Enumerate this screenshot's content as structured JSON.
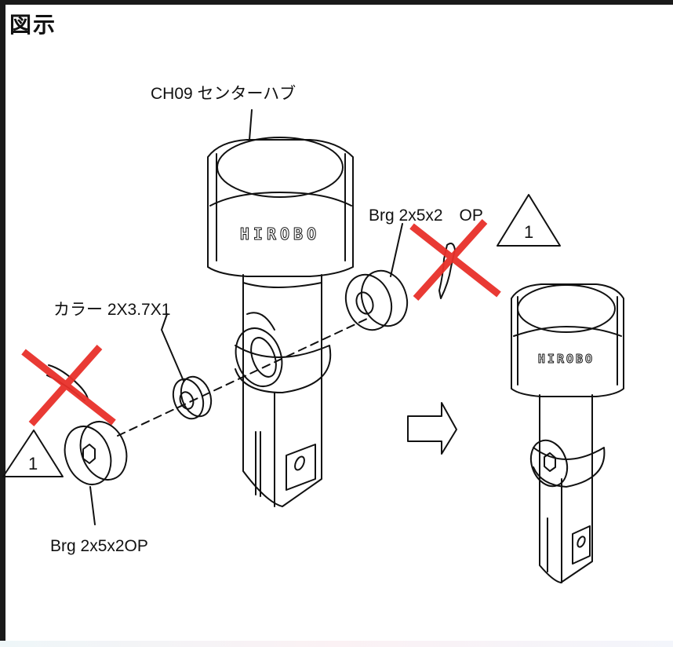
{
  "header": {
    "title": "図示"
  },
  "labels": {
    "center_hub": "CH09 センターハブ",
    "collar": "カラー 2X3.7X1",
    "bearing_left": "Brg 2x5x2OP",
    "bearing_right": "Brg 2x5x2　OP"
  },
  "revision_markers": [
    {
      "id": "marker-right",
      "text": "1"
    },
    {
      "id": "marker-left",
      "text": "1"
    }
  ],
  "logos": {
    "hub_exploded": "HIROBO",
    "hub_assembled": "HIROBO"
  },
  "colors": {
    "line": "#111111",
    "removal_x": "#e8302a",
    "frame": "#1a1a1a"
  },
  "annotations": {
    "removed_parts": [
      "screw (left)",
      "screw (right)"
    ],
    "arrow": "assembly direction arrow"
  }
}
